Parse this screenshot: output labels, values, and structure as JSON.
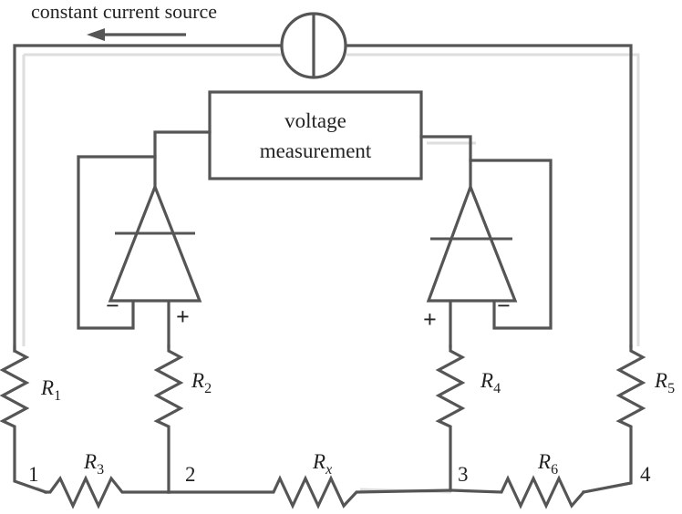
{
  "labels": {
    "current_source": "constant current source",
    "voltage_line_1": "voltage",
    "voltage_line_2": "measurement",
    "plus": "+",
    "minus": "−"
  },
  "resistors": {
    "r1": {
      "letter": "R",
      "sub": "1"
    },
    "r2": {
      "letter": "R",
      "sub": "2"
    },
    "r3": {
      "letter": "R",
      "sub": "3"
    },
    "rx": {
      "letter": "R",
      "sub": "x"
    },
    "r4": {
      "letter": "R",
      "sub": "4"
    },
    "r5": {
      "letter": "R",
      "sub": "5"
    },
    "r6": {
      "letter": "R",
      "sub": "6"
    }
  },
  "nodes": {
    "n1": "1",
    "n2": "2",
    "n3": "3",
    "n4": "4"
  },
  "colors": {
    "wire": "#555555",
    "shading": "#dedede",
    "text": "#222222"
  },
  "icons": [
    "current-source-symbol",
    "current-direction-arrow",
    "op-amp",
    "resistor"
  ]
}
